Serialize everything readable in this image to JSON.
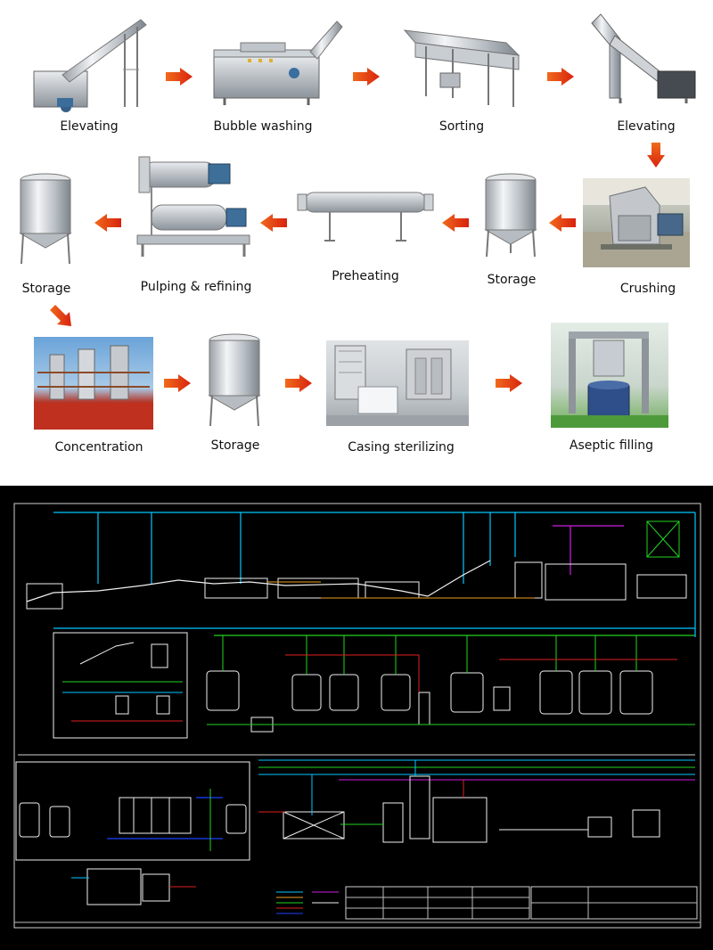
{
  "steps": [
    {
      "label": "Elevating",
      "icon": "incline-elevator-icon"
    },
    {
      "label": "Bubble washing",
      "icon": "bubble-washer-icon"
    },
    {
      "label": "Sorting",
      "icon": "sorting-conveyor-icon"
    },
    {
      "label": "Elevating",
      "icon": "bucket-elevator-icon"
    },
    {
      "label": "Crushing",
      "icon": "crusher-photo"
    },
    {
      "label": "Storage",
      "icon": "storage-tank-icon"
    },
    {
      "label": "Preheating",
      "icon": "tube-preheater-icon"
    },
    {
      "label": "Pulping & refining",
      "icon": "pulping-machine-icon"
    },
    {
      "label": "Storage",
      "icon": "storage-tank-icon"
    },
    {
      "label": "Concentration",
      "icon": "evaporator-photo"
    },
    {
      "label": "Storage",
      "icon": "storage-tank-icon"
    },
    {
      "label": "Casing sterilizing",
      "icon": "sterilizer-photo"
    },
    {
      "label": "Aseptic filling",
      "icon": "aseptic-filler-photo"
    }
  ],
  "colors": {
    "arrow": "#e8390e",
    "cad_background": "#000000",
    "cad_cyan": "#00c8ff",
    "cad_green": "#22d322",
    "cad_magenta": "#d020e0",
    "cad_red": "#e02020",
    "cad_white": "#f0f0f0"
  }
}
